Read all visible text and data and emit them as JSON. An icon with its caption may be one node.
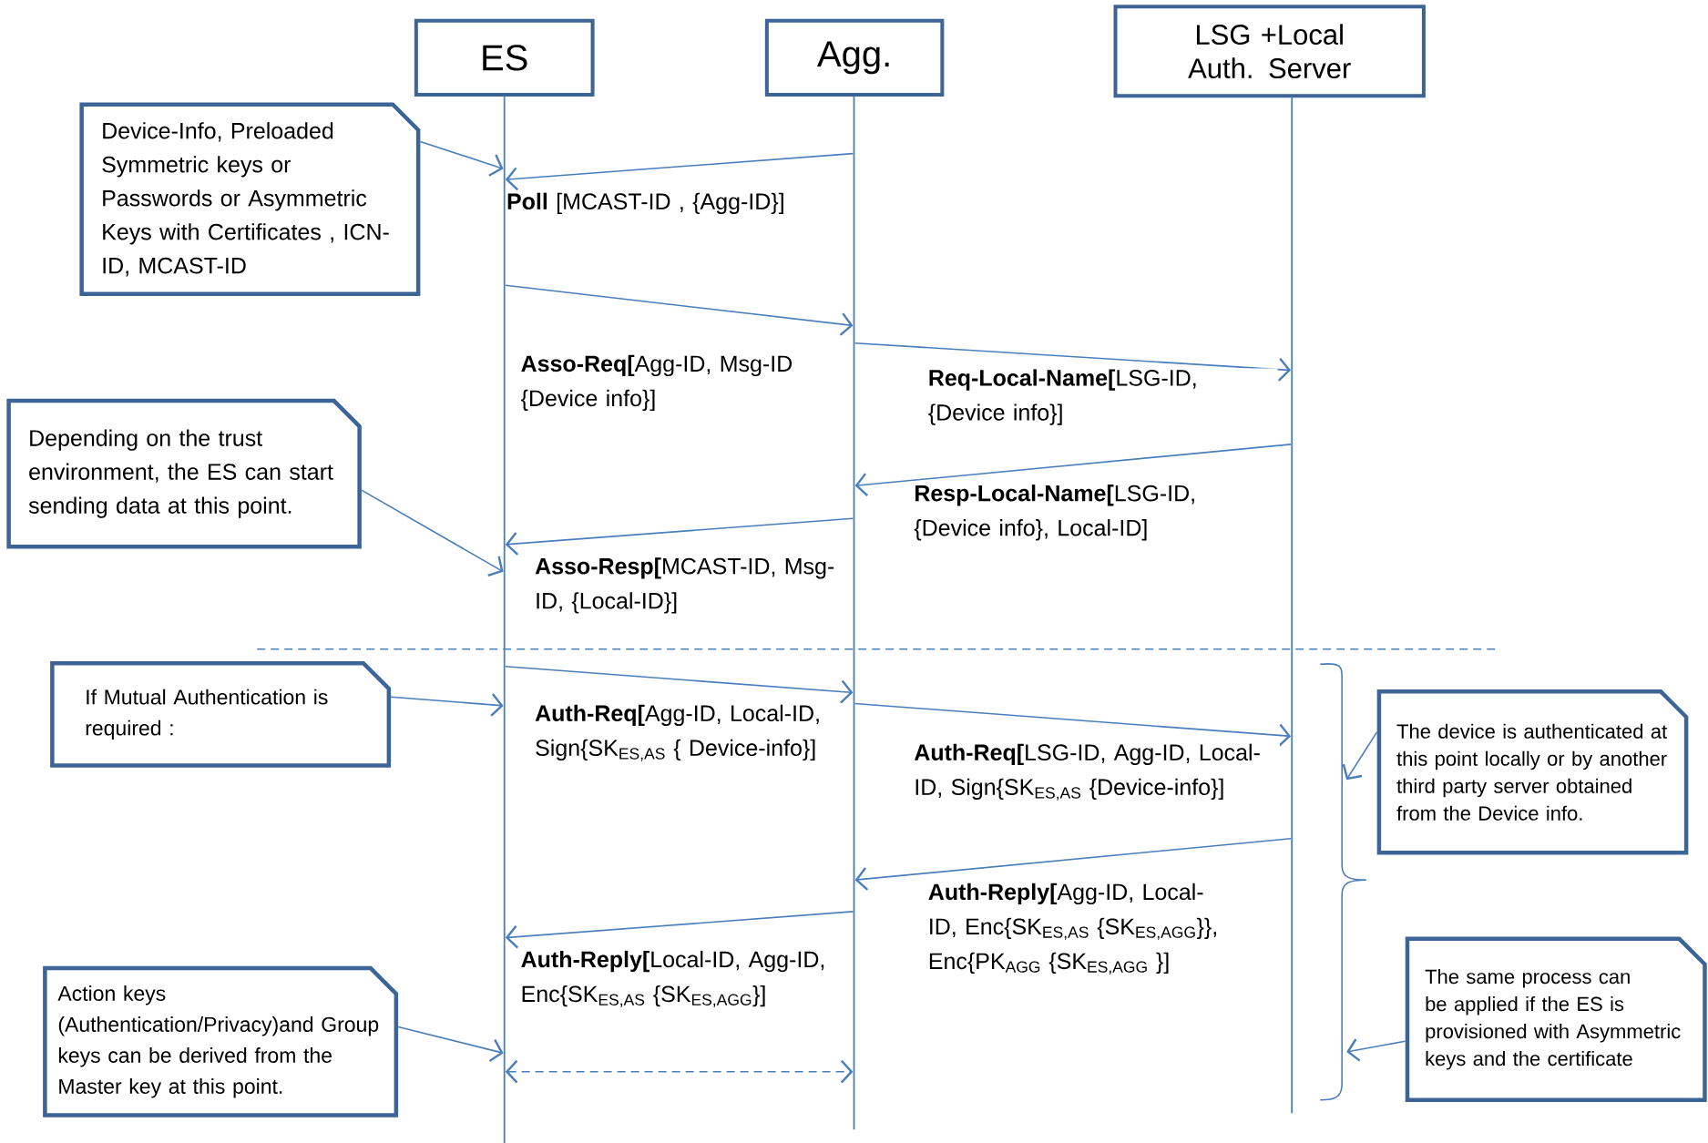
{
  "diagram": {
    "nodes": [
      {
        "text": [
          "ES"
        ]
      },
      {
        "text": [
          "Agg."
        ]
      },
      {
        "text": [
          "LSG +Local Auth. Server"
        ]
      },
      {
        "text": [],
        "shape": "line"
      },
      {
        "text": [],
        "shape": "line"
      },
      {
        "text": [],
        "shape": "line"
      },
      {
        "text": [
          "Device-Info, Preloaded Symmetric keys or Passwords or Asymmetric Keys with Certificates , ICN-ID, MCAST-ID"
        ]
      },
      {
        "text": [
          "Depending on the trust environment, the ES can start sending data at this point."
        ]
      },
      {
        "text": [
          "If Mutual Authentication is required :"
        ]
      },
      {
        "text": [
          "Action keys (Authentication/Privacy)and Group keys can be derived from the Master key at this point."
        ]
      },
      {
        "text": [
          "The device is authenticated at this point locally or by another third party server obtained from the Device info."
        ]
      },
      {
        "text": [
          "The same process can be applied if the ES is provisioned with Asymmetric keys and the certificate"
        ]
      },
      {
        "text": [],
        "shape": "brace"
      },
      {
        "text": [],
        "shape": "brace"
      }
    ],
    "edges": [
      {
        "from": 4,
        "to": 3,
        "arrow": "to",
        "label": "**Poll** [MCAST-ID , {Agg-ID}]"
      },
      {
        "from": 3,
        "to": 4,
        "arrow": "to",
        "label": "**Asso-Req[**Agg-ID, Msg-ID {Device info}]"
      },
      {
        "from": 4,
        "to": 5,
        "arrow": "to",
        "label": "**Req-Local-Name[**LSG-ID, {Device info}]"
      },
      {
        "from": 5,
        "to": 4,
        "arrow": "to",
        "label": "**Resp-Local-Name[**LSG-ID, {Device info}, Local-ID]"
      },
      {
        "from": 4,
        "to": 3,
        "arrow": "to",
        "label": "**Asso-Resp[**MCAST-ID, Msg-ID, {Local-ID}]"
      },
      {
        "from": 3,
        "to": 4,
        "arrow": "to",
        "label": "**Auth-Req[**Agg-ID, Local-ID, Sign{SK$_{ES,AS}$ { Device-info}]"
      },
      {
        "from": 4,
        "to": 5,
        "arrow": "to",
        "label": "**Auth-Req[**LSG-ID, Agg-ID, Local-ID, Sign{SK$_{ES,AS}$ {Device-info}]"
      },
      {
        "from": 5,
        "to": 4,
        "arrow": "to",
        "label": "**Auth-Reply[**Agg-ID, Local-ID, Enc{SK$_{ES,AS}$ {SK$_{ES,AGG}$}}, Enc{PK$_{AGG}$ {SK$_{ES,AGG}$ }]"
      },
      {
        "from": 4,
        "to": 3,
        "arrow": "to",
        "label": "**Auth-Reply[**Local-ID, Agg-ID, Enc{SK$_{ES,AS}$ {SK$_{ES,AGG}$}]"
      },
      {
        "from": 3,
        "to": 4,
        "arrow": "both",
        "style": "dashed"
      },
      {
        "from": 6,
        "to": 3,
        "arrow": "to"
      },
      {
        "from": 7,
        "to": 3,
        "arrow": "to"
      },
      {
        "from": 8,
        "to": 3,
        "arrow": "to"
      },
      {
        "from": 9,
        "to": 3,
        "arrow": "to"
      },
      {
        "from": 10,
        "to": 12,
        "arrow": "to"
      },
      {
        "from": 11,
        "to": 13,
        "arrow": "to"
      }
    ]
  }
}
